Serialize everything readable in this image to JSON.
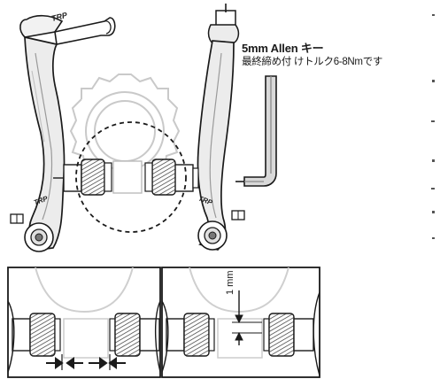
{
  "callout": {
    "tool_name": "5mm Allen キー",
    "torque_note": "最終締め付 けトルク6-8Nmです"
  },
  "detail": {
    "gap_label": "1 mm"
  },
  "brand": {
    "logo_text": "TRP"
  },
  "colors": {
    "ink": "#1a1a1a",
    "light_gray": "#e6e6e6",
    "mid_gray": "#9a9a9a",
    "dark_gray": "#555555",
    "paper": "#ffffff"
  }
}
